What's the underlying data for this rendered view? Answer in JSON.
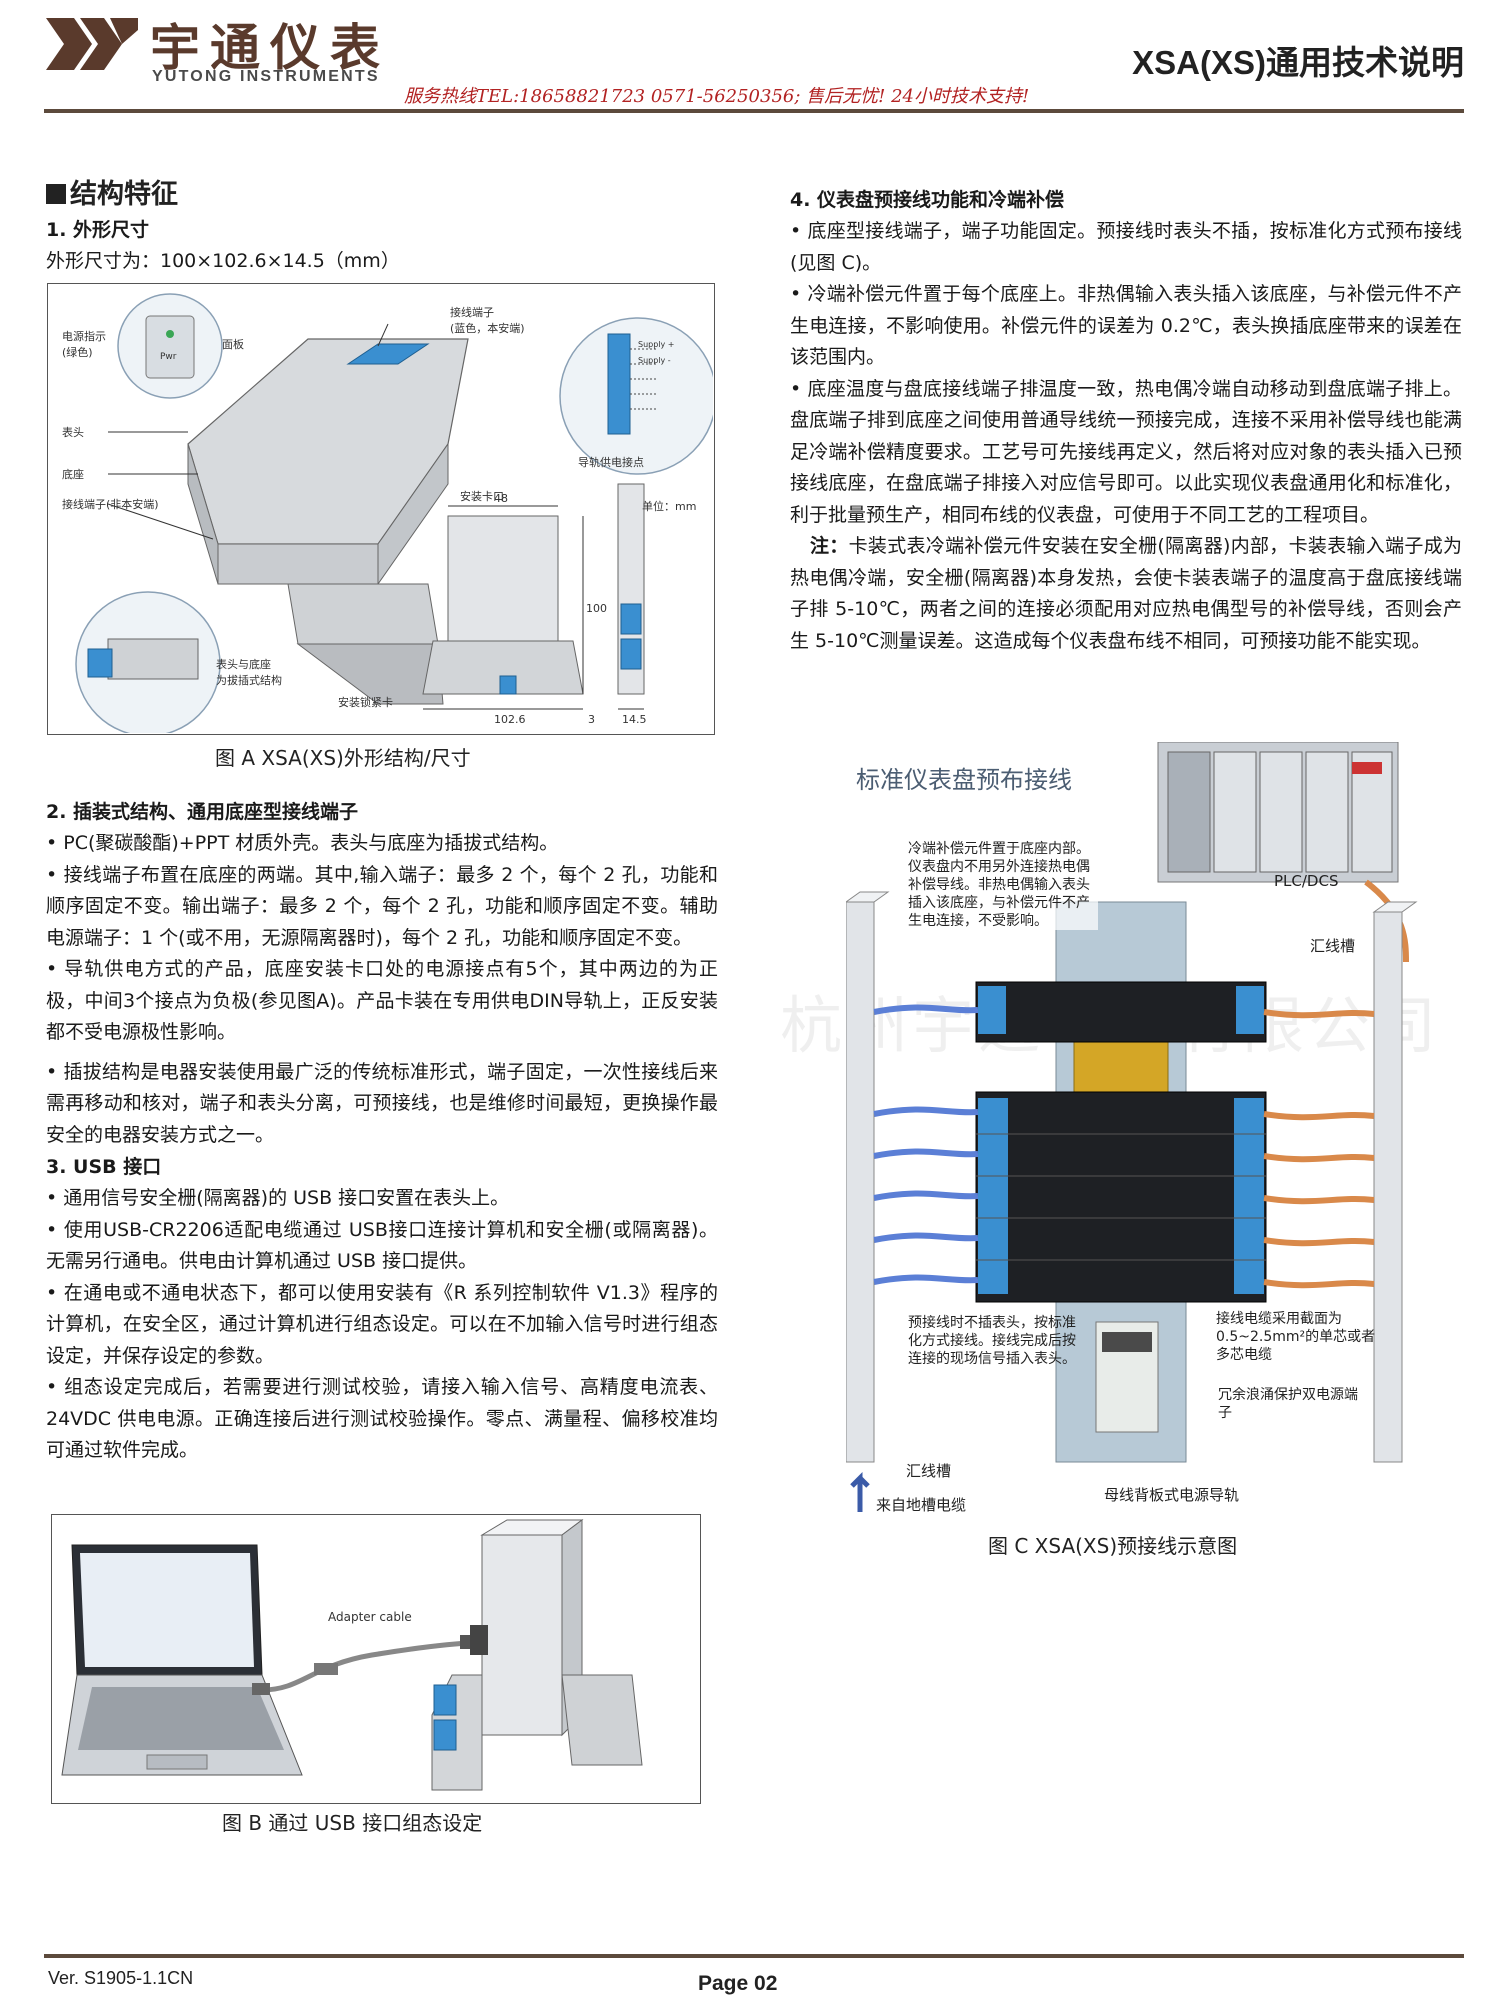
{
  "header": {
    "logo_cn": "宇通仪表",
    "logo_en": "YUTONG INSTRUMENTS",
    "title": "XSA(XS)通用技术说明",
    "hotline": "服务热线TEL:18658821723  0571-56250356; 售后无忧! 24小时技术支持!"
  },
  "left": {
    "section_title": "结构特征",
    "s1_title": "1.    外形尺寸",
    "s1_line": "外形尺寸为：100×102.6×14.5（mm）",
    "figA_caption": "图 A    XSA(XS)外形结构/尺寸",
    "figA_labels": {
      "power": "电源指示\n(绿色)",
      "panel": "面板",
      "terminal_top": "接线端子\n(蓝色，本安端)",
      "rail_contact": "导轨供电接点",
      "head": "表头",
      "base": "底座",
      "terminal_nonsafe": "接线端子(非本安端)",
      "clip": "安装卡口",
      "unit": "单位：mm",
      "plug": "表头与底座\n为拔插式结构",
      "lock": "安装锁紧卡",
      "dim_48": "48",
      "dim_100": "100",
      "dim_1026": "102.6",
      "dim_3": "3",
      "dim_145": "14.5",
      "pwr": "Pwr",
      "supply_plus": "Supply +",
      "supply_minus": "Supply -"
    },
    "s2_title": "2.    插装式结构、通用底座型接线端子",
    "s2_p1": "• PC(聚碳酸酯)+PPT 材质外壳。表头与底座为插拔式结构。",
    "s2_p2": "• 接线端子布置在底座的两端。其中,输入端子：最多 2 个，每个 2 孔，功能和顺序固定不变。输出端子：最多 2 个，每个 2 孔，功能和顺序固定不变。辅助电源端子：1 个(或不用，无源隔离器时)，每个 2 孔，功能和顺序固定不变。",
    "s2_p3": "• 导轨供电方式的产品，底座安装卡口处的电源接点有5个，其中两边的为正极，中间3个接点为负极(参见图A)。产品卡装在专用供电DIN导轨上，正反安装都不受电源极性影响。",
    "s2_p4": "• 插拔结构是电器安装使用最广泛的传统标准形式，端子固定，一次性接线后来需再移动和核对，端子和表头分离，可预接线，也是维修时间最短，更换操作最安全的电器安装方式之一。",
    "s3_title": "3.    USB 接口",
    "s3_p1": "• 通用信号安全栅(隔离器)的 USB 接口安置在表头上。",
    "s3_p2": "• 使用USB-CR2206适配电缆通过 USB接口连接计算机和安全栅(或隔离器)。无需另行通电。供电由计算机通过 USB 接口提供。",
    "s3_p3": "• 在通电或不通电状态下，都可以使用安装有《R 系列控制软件 V1.3》程序的计算机，在安全区，通过计算机进行组态设定。可以在不加输入信号时进行组态设定，并保存设定的参数。",
    "s3_p4": "• 组态设定完成后，若需要进行测试校验，请接入输入信号、高精度电流表、24VDC 供电电源。正确连接后进行测试校验操作。零点、满量程、偏移校准均可通过软件完成。",
    "figB_label": "Adapter cable",
    "figB_caption": "图 B    通过 USB 接口组态设定"
  },
  "right": {
    "s4_title": "4.    仪表盘预接线功能和冷端补偿",
    "s4_p1": "• 底座型接线端子，端子功能固定。预接线时表头不插，按标准化方式预布接线(见图 C)。",
    "s4_p2": "• 冷端补偿元件置于每个底座上。非热偶输入表头插入该底座，与补偿元件不产生电连接，不影响使用。补偿元件的误差为 0.2℃，表头换插底座带来的误差在该范围内。",
    "s4_p3": "• 底座温度与盘底接线端子排温度一致，热电偶冷端自动移动到盘底端子排上。盘底端子排到底座之间使用普通导线统一预接完成，连接不采用补偿导线也能满足冷端补偿精度要求。工艺号可先接线再定义，然后将对应对象的表头插入已预接线底座，在盘底端子排接入对应信号即可。以此实现仪表盘通用化和标准化，利于批量预生产，相同布线的仪表盘，可使用于不同工艺的工程项目。",
    "note_label": "注：",
    "note_text": "卡装式表冷端补偿元件安装在安全栅(隔离器)内部，卡装表输入端子成为热电偶冷端，安全栅(隔离器)本身发热，会使卡装表端子的温度高于盘底接线端子排 5-10℃，两者之间的连接必须配用对应热电偶型号的补偿导线，否则会产生 5-10℃测量误差。这造成每个仪表盘布线不相同，可预接功能不能实现。",
    "figC_title": "标准仪表盘预布接线",
    "figC_plc": "PLC/DCS",
    "figC_callout1": "冷端补偿元件置于底座内部。仪表盘内不用另外连接热电偶补偿导线。非热电偶输入表头插入该底座，与补偿元件不产生电连接，不受影响。",
    "figC_trunk1": "汇线槽",
    "figC_callout2": "预接线时不插表头，按标准化方式接线。接线完成后按连接的现场信号插入表头。",
    "figC_callout3": "接线电缆采用截面为0.5~2.5mm²的单芯或者多芯电缆",
    "figC_callout4": "冗余浪涌保护双电源端子",
    "figC_trunk2": "汇线槽",
    "figC_cable": "来自地槽电缆",
    "figC_rail": "母线背板式电源导轨",
    "figC_caption": "图 C    XSA(XS)预接线示意图"
  },
  "footer": {
    "version": "Ver. S1905-1.1CN",
    "page": "Page 02"
  },
  "watermark": "杭州宇通科技有限公司",
  "colors": {
    "brand_brown": "#5c4a3c",
    "hotline_red": "#b22222",
    "terminal_blue": "#3a8fd0",
    "wire_orange": "#d9894a"
  }
}
